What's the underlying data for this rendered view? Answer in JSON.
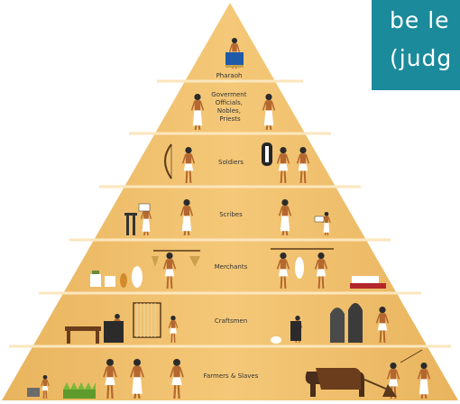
{
  "pyramid": {
    "tiers": [
      {
        "label": "Pharaoh"
      },
      {
        "label": "Goverment\nOfficials,\nNobles,\nPriests"
      },
      {
        "label": "Soldiers"
      },
      {
        "label": "Scribes"
      },
      {
        "label": "Merchants"
      },
      {
        "label": "Craftsmen"
      },
      {
        "label": "Farmers & Slaves"
      }
    ]
  },
  "banner": {
    "line1": "be le",
    "line2": "(judg"
  },
  "colors": {
    "pyramid_fill": "#f2c271",
    "pyramid_dark": "#e6ac52",
    "divider": "#fbe6bd",
    "banner": "#1b8a9b",
    "figure_skin": "#b4682f",
    "figure_cloth": "#ffffff",
    "figure_dark": "#2b2b2b"
  }
}
